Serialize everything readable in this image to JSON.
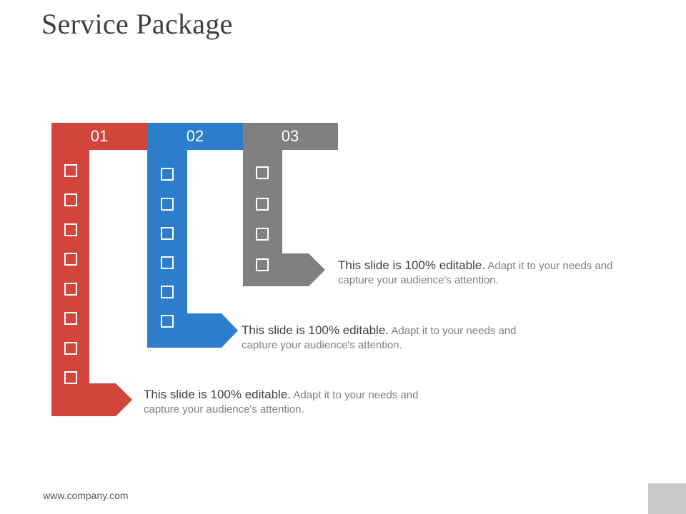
{
  "title": "Service Package",
  "colors": {
    "red": "#d3443a",
    "blue": "#2d7dcd",
    "gray": "#808080"
  },
  "packages": [
    {
      "number": "01",
      "checkbox_count": 8,
      "description_bold": "This slide is 100% editable.",
      "description_rest": " Adapt it to your needs and capture your audience's attention."
    },
    {
      "number": "02",
      "checkbox_count": 6,
      "description_bold": "This slide is 100% editable.",
      "description_rest": " Adapt it to your needs and capture your audience's attention."
    },
    {
      "number": "03",
      "checkbox_count": 4,
      "description_bold": "This slide is 100% editable.",
      "description_rest": " Adapt it to your needs and capture your audience's attention."
    }
  ],
  "footer": {
    "url": "www.company.com"
  }
}
